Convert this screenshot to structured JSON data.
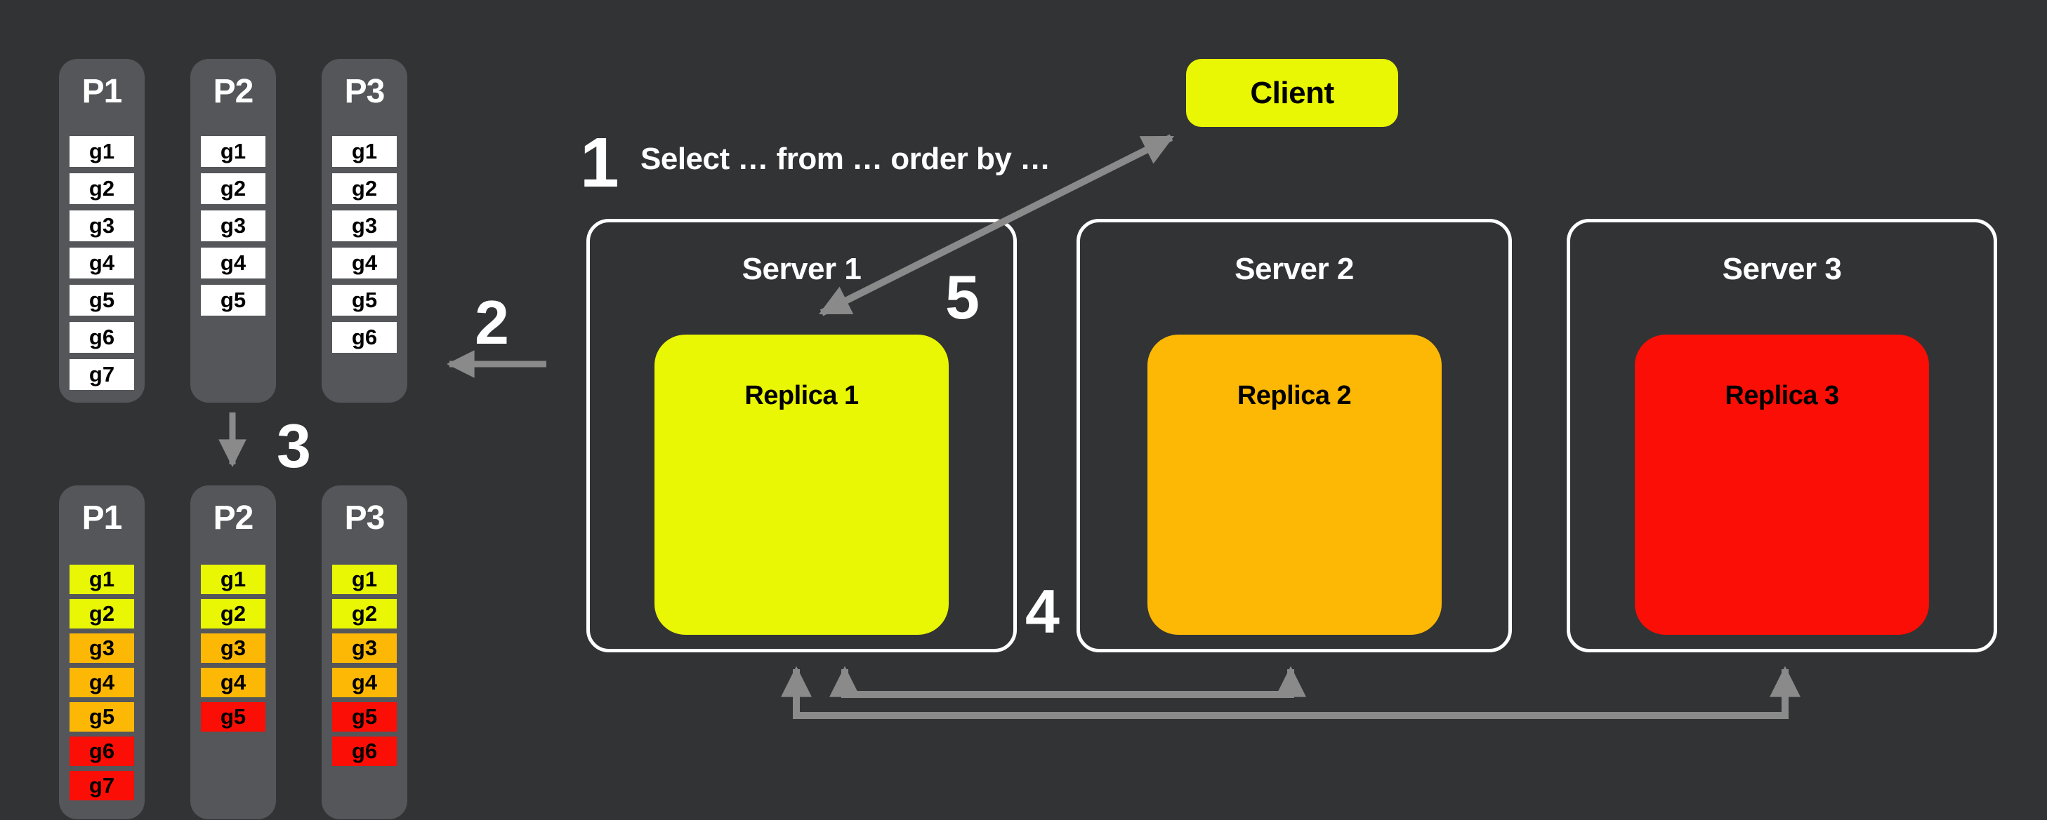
{
  "colors": {
    "background": "#323335",
    "panel": "#55565a",
    "arrow": "#8a8a8a",
    "server_border": "#ffffff",
    "white": "#ffffff",
    "yellow": "#e9f604",
    "orange": "#fcb805",
    "red": "#fb0e06",
    "text_light": "#ffffff",
    "text_dark": "#000000"
  },
  "steps": {
    "one": {
      "number": "1",
      "label": "Select … from … order by …"
    },
    "two": {
      "number": "2"
    },
    "three": {
      "number": "3"
    },
    "four": {
      "number": "4"
    },
    "five": {
      "number": "5"
    }
  },
  "client": {
    "label": "Client",
    "color": "yellow"
  },
  "servers": [
    {
      "label": "Server 1",
      "replica": {
        "label": "Replica 1",
        "color": "yellow"
      }
    },
    {
      "label": "Server 2",
      "replica": {
        "label": "Replica 2",
        "color": "orange"
      }
    },
    {
      "label": "Server 3",
      "replica": {
        "label": "Replica 3",
        "color": "red"
      }
    }
  ],
  "partitions_before": [
    {
      "name": "P1",
      "cells": [
        {
          "label": "g1",
          "color": "white"
        },
        {
          "label": "g2",
          "color": "white"
        },
        {
          "label": "g3",
          "color": "white"
        },
        {
          "label": "g4",
          "color": "white"
        },
        {
          "label": "g5",
          "color": "white"
        },
        {
          "label": "g6",
          "color": "white"
        },
        {
          "label": "g7",
          "color": "white"
        }
      ]
    },
    {
      "name": "P2",
      "cells": [
        {
          "label": "g1",
          "color": "white"
        },
        {
          "label": "g2",
          "color": "white"
        },
        {
          "label": "g3",
          "color": "white"
        },
        {
          "label": "g4",
          "color": "white"
        },
        {
          "label": "g5",
          "color": "white"
        }
      ]
    },
    {
      "name": "P3",
      "cells": [
        {
          "label": "g1",
          "color": "white"
        },
        {
          "label": "g2",
          "color": "white"
        },
        {
          "label": "g3",
          "color": "white"
        },
        {
          "label": "g4",
          "color": "white"
        },
        {
          "label": "g5",
          "color": "white"
        },
        {
          "label": "g6",
          "color": "white"
        }
      ]
    }
  ],
  "partitions_after": [
    {
      "name": "P1",
      "cells": [
        {
          "label": "g1",
          "color": "yellow"
        },
        {
          "label": "g2",
          "color": "yellow"
        },
        {
          "label": "g3",
          "color": "orange"
        },
        {
          "label": "g4",
          "color": "orange"
        },
        {
          "label": "g5",
          "color": "orange"
        },
        {
          "label": "g6",
          "color": "red"
        },
        {
          "label": "g7",
          "color": "red"
        }
      ]
    },
    {
      "name": "P2",
      "cells": [
        {
          "label": "g1",
          "color": "yellow"
        },
        {
          "label": "g2",
          "color": "yellow"
        },
        {
          "label": "g3",
          "color": "orange"
        },
        {
          "label": "g4",
          "color": "orange"
        },
        {
          "label": "g5",
          "color": "red"
        }
      ]
    },
    {
      "name": "P3",
      "cells": [
        {
          "label": "g1",
          "color": "yellow"
        },
        {
          "label": "g2",
          "color": "yellow"
        },
        {
          "label": "g3",
          "color": "orange"
        },
        {
          "label": "g4",
          "color": "orange"
        },
        {
          "label": "g5",
          "color": "red"
        },
        {
          "label": "g6",
          "color": "red"
        }
      ]
    }
  ]
}
